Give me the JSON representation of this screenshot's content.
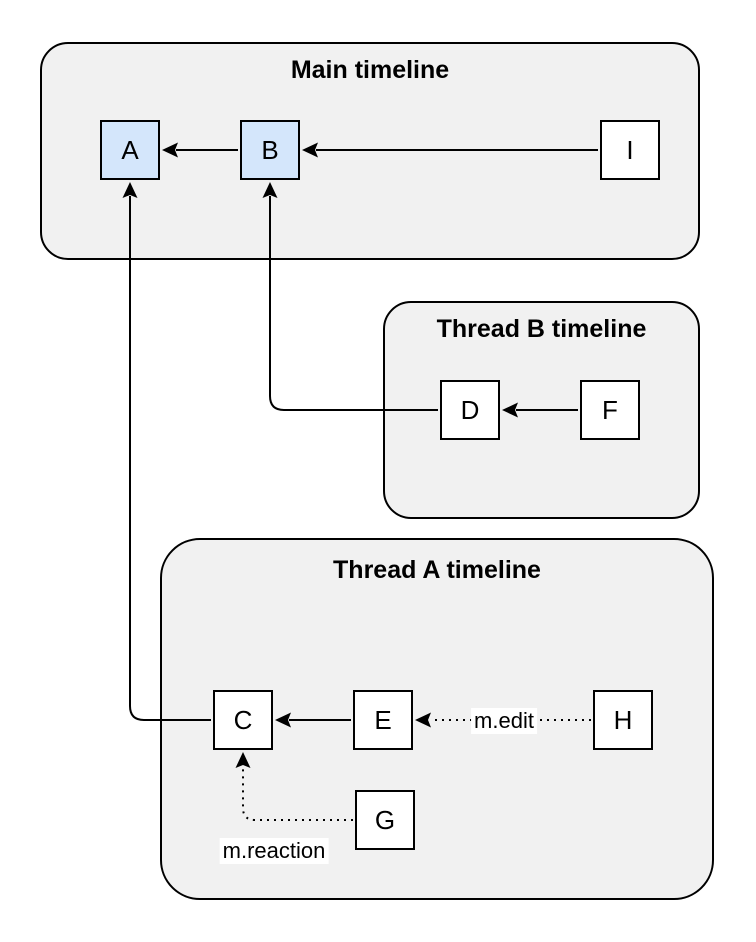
{
  "diagram": {
    "description": "Event DAG diagram showing a main timeline and two thread timelines",
    "groups": {
      "main": {
        "title": "Main timeline"
      },
      "thread_b": {
        "title": "Thread B timeline"
      },
      "thread_a": {
        "title": "Thread A timeline"
      }
    },
    "nodes": {
      "a": {
        "label": "A",
        "group": "main",
        "highlighted": true
      },
      "b": {
        "label": "B",
        "group": "main",
        "highlighted": true
      },
      "i": {
        "label": "I",
        "group": "main",
        "highlighted": false
      },
      "d": {
        "label": "D",
        "group": "thread_b",
        "highlighted": false
      },
      "f": {
        "label": "F",
        "group": "thread_b",
        "highlighted": false
      },
      "c": {
        "label": "C",
        "group": "thread_a",
        "highlighted": false
      },
      "e": {
        "label": "E",
        "group": "thread_a",
        "highlighted": false
      },
      "h": {
        "label": "H",
        "group": "thread_a",
        "highlighted": false
      },
      "g": {
        "label": "G",
        "group": "thread_a",
        "highlighted": false
      }
    },
    "edges": {
      "b_to_a": {
        "from": "B",
        "to": "A",
        "style": "solid",
        "label": ""
      },
      "i_to_b": {
        "from": "I",
        "to": "B",
        "style": "solid",
        "label": ""
      },
      "f_to_d": {
        "from": "F",
        "to": "D",
        "style": "solid",
        "label": ""
      },
      "d_to_b": {
        "from": "D",
        "to": "B",
        "style": "solid",
        "label": ""
      },
      "c_to_a": {
        "from": "C",
        "to": "A",
        "style": "solid",
        "label": ""
      },
      "e_to_c": {
        "from": "E",
        "to": "C",
        "style": "solid",
        "label": ""
      },
      "h_to_e": {
        "from": "H",
        "to": "E",
        "style": "dotted",
        "label": "m.edit"
      },
      "g_to_c": {
        "from": "G",
        "to": "C",
        "style": "dotted",
        "label": "m.reaction"
      }
    },
    "colors": {
      "highlighted_node_fill": "#d4e6fb",
      "node_fill": "#ffffff",
      "group_fill": "#f1f1f1",
      "stroke": "#000000",
      "background": "#ffffff",
      "label_background": "#ffffff"
    }
  }
}
